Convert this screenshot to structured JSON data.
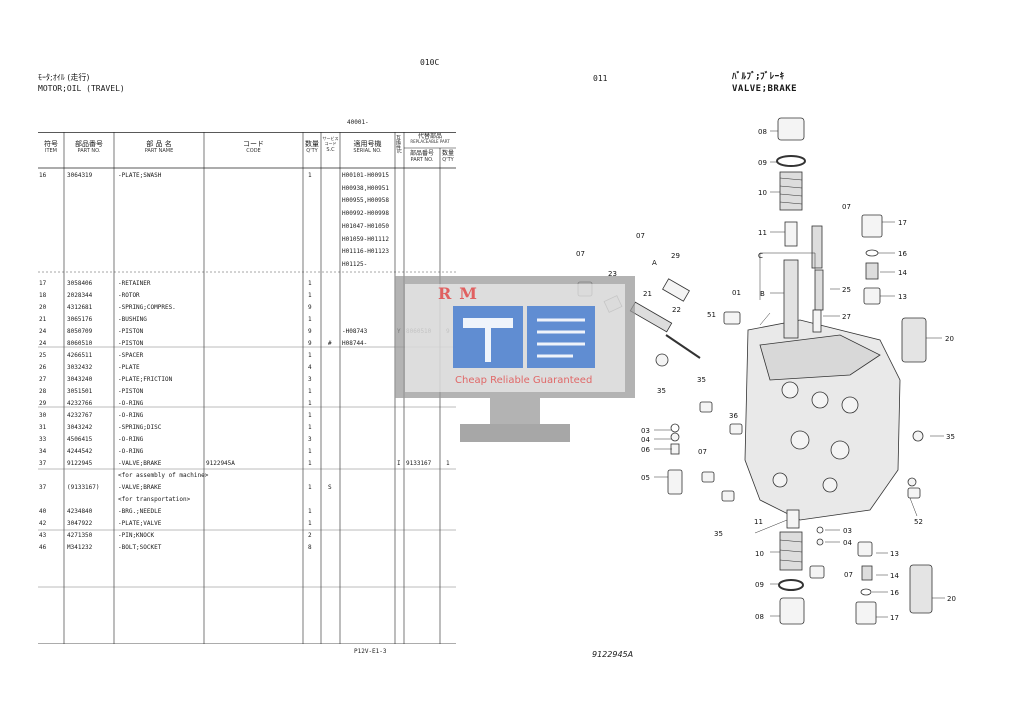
{
  "left_page": {
    "page_code": "010C",
    "title_jp": "ﾓｰﾀ;ｵｲﾙ (走行)",
    "title_en": "MOTOR;OIL (TRAVEL)",
    "serial_range": "40001-",
    "footer_code": "P12V-E1-3",
    "headers": {
      "item_jp": "符号",
      "item_en": "ITEM",
      "part_jp": "部品番号",
      "part_en": "PART NO.",
      "name_jp": "部 品 名",
      "name_en": "PART NAME",
      "code_jp": "コード",
      "code_en": "CODE",
      "qty_jp": "数量",
      "qty_en": "Q'TY",
      "svc_jp": "サービス コード",
      "svc_en": "S.C",
      "serial_jp": "適用号機",
      "serial_en": "SERIAL NO.",
      "ic_jp": "互換性",
      "ic_en": "I/C",
      "rep_jp": "代替部品",
      "rep_en": "REPLACEABLE PART",
      "rep_part_jp": "部品番号",
      "rep_part_en": "PART NO.",
      "rep_qty_jp": "数量",
      "rep_qty_en": "Q'TY"
    },
    "rows": [
      {
        "item": "16",
        "part": "3064319",
        "name": "-PLATE;SWASH",
        "code": "",
        "qty": "1",
        "svc": "",
        "serial": "H00101-H00915",
        "ic": "",
        "rep": "",
        "rq": ""
      },
      {
        "item": "",
        "part": "",
        "name": "",
        "code": "",
        "qty": "",
        "svc": "",
        "serial": "H00938,H00951",
        "ic": "",
        "rep": "",
        "rq": ""
      },
      {
        "item": "",
        "part": "",
        "name": "",
        "code": "",
        "qty": "",
        "svc": "",
        "serial": "H00955,H00958",
        "ic": "",
        "rep": "",
        "rq": ""
      },
      {
        "item": "",
        "part": "",
        "name": "",
        "code": "",
        "qty": "",
        "svc": "",
        "serial": "H00992-H00998",
        "ic": "",
        "rep": "",
        "rq": ""
      },
      {
        "item": "",
        "part": "",
        "name": "",
        "code": "",
        "qty": "",
        "svc": "",
        "serial": "H01047-H01050",
        "ic": "",
        "rep": "",
        "rq": ""
      },
      {
        "item": "",
        "part": "",
        "name": "",
        "code": "",
        "qty": "",
        "svc": "",
        "serial": "H01059-H01112",
        "ic": "",
        "rep": "",
        "rq": ""
      },
      {
        "item": "",
        "part": "",
        "name": "",
        "code": "",
        "qty": "",
        "svc": "",
        "serial": "H01116-H01123",
        "ic": "",
        "rep": "",
        "rq": ""
      },
      {
        "item": "",
        "part": "",
        "name": "",
        "code": "",
        "qty": "",
        "svc": "",
        "serial": "H01125-",
        "ic": "",
        "rep": "",
        "rq": ""
      },
      {
        "item": "17",
        "part": "3058406",
        "name": "-RETAINER",
        "code": "",
        "qty": "1",
        "svc": "",
        "serial": "",
        "ic": "",
        "rep": "",
        "rq": ""
      },
      {
        "item": "18",
        "part": "2028344",
        "name": "-ROTOR",
        "code": "",
        "qty": "1",
        "svc": "",
        "serial": "",
        "ic": "",
        "rep": "",
        "rq": ""
      },
      {
        "item": "20",
        "part": "4312681",
        "name": "-SPRING;COMPRES.",
        "code": "",
        "qty": "9",
        "svc": "",
        "serial": "",
        "ic": "",
        "rep": "",
        "rq": ""
      },
      {
        "item": "21",
        "part": "3065176",
        "name": "-BUSHING",
        "code": "",
        "qty": "1",
        "svc": "",
        "serial": "",
        "ic": "",
        "rep": "",
        "rq": ""
      },
      {
        "item": "24",
        "part": "8050709",
        "name": "-PISTON",
        "code": "",
        "qty": "9",
        "svc": "",
        "serial": "-H08743",
        "ic": "Y",
        "rep": "8060510",
        "rq": "9"
      },
      {
        "item": "24",
        "part": "8060510",
        "name": "-PISTON",
        "code": "",
        "qty": "9",
        "svc": "#",
        "serial": "H08744-",
        "ic": "",
        "rep": "",
        "rq": ""
      },
      {
        "item": "25",
        "part": "4266511",
        "name": "-SPACER",
        "code": "",
        "qty": "1",
        "svc": "",
        "serial": "",
        "ic": "",
        "rep": "",
        "rq": ""
      },
      {
        "item": "26",
        "part": "3032432",
        "name": "-PLATE",
        "code": "",
        "qty": "4",
        "svc": "",
        "serial": "",
        "ic": "",
        "rep": "",
        "rq": ""
      },
      {
        "item": "27",
        "part": "3043240",
        "name": "-PLATE;FRICTION",
        "code": "",
        "qty": "3",
        "svc": "",
        "serial": "",
        "ic": "",
        "rep": "",
        "rq": ""
      },
      {
        "item": "28",
        "part": "3051501",
        "name": "-PISTON",
        "code": "",
        "qty": "1",
        "svc": "",
        "serial": "",
        "ic": "",
        "rep": "",
        "rq": ""
      },
      {
        "item": "29",
        "part": "4232766",
        "name": "-O-RING",
        "code": "",
        "qty": "1",
        "svc": "",
        "serial": "",
        "ic": "",
        "rep": "",
        "rq": ""
      },
      {
        "item": "30",
        "part": "4232767",
        "name": "-O-RING",
        "code": "",
        "qty": "1",
        "svc": "",
        "serial": "",
        "ic": "",
        "rep": "",
        "rq": ""
      },
      {
        "item": "31",
        "part": "3043242",
        "name": "-SPRING;DISC",
        "code": "",
        "qty": "1",
        "svc": "",
        "serial": "",
        "ic": "",
        "rep": "",
        "rq": ""
      },
      {
        "item": "33",
        "part": "4506415",
        "name": "-O-RING",
        "code": "",
        "qty": "3",
        "svc": "",
        "serial": "",
        "ic": "",
        "rep": "",
        "rq": ""
      },
      {
        "item": "34",
        "part": "4244542",
        "name": "-O-RING",
        "code": "",
        "qty": "1",
        "svc": "",
        "serial": "",
        "ic": "",
        "rep": "",
        "rq": ""
      },
      {
        "item": "37",
        "part": "9122945",
        "name": "-VALVE;BRAKE",
        "code": "9122945A",
        "qty": "1",
        "svc": "",
        "serial": "",
        "ic": "I",
        "rep": "9133167",
        "rq": "1"
      },
      {
        "item": "",
        "part": "",
        "name": "<for assembly of machine>",
        "code": "",
        "qty": "",
        "svc": "",
        "serial": "",
        "ic": "",
        "rep": "",
        "rq": ""
      },
      {
        "item": "37",
        "part": "(9133167)",
        "name": "-VALVE;BRAKE",
        "code": "",
        "qty": "1",
        "svc": "S",
        "serial": "",
        "ic": "",
        "rep": "",
        "rq": ""
      },
      {
        "item": "",
        "part": "",
        "name": "<for transportation>",
        "code": "",
        "qty": "",
        "svc": "",
        "serial": "",
        "ic": "",
        "rep": "",
        "rq": ""
      },
      {
        "item": "40",
        "part": "4234840",
        "name": "-BRG.;NEEDLE",
        "code": "",
        "qty": "1",
        "svc": "",
        "serial": "",
        "ic": "",
        "rep": "",
        "rq": ""
      },
      {
        "item": "42",
        "part": "3047922",
        "name": "-PLATE;VALVE",
        "code": "",
        "qty": "1",
        "svc": "",
        "serial": "",
        "ic": "",
        "rep": "",
        "rq": ""
      },
      {
        "item": "43",
        "part": "4271350",
        "name": "-PIN;KNOCK",
        "code": "",
        "qty": "2",
        "svc": "",
        "serial": "",
        "ic": "",
        "rep": "",
        "rq": ""
      },
      {
        "item": "46",
        "part": "M341232",
        "name": "-BOLT;SOCKET",
        "code": "",
        "qty": "8",
        "svc": "",
        "serial": "",
        "ic": "",
        "rep": "",
        "rq": ""
      }
    ]
  },
  "right_page": {
    "page_code": "011",
    "title_jp": "ﾊﾞﾙﾌﾞ;ﾌﾞﾚｰｷ",
    "title_en": "VALVE;BRAKE",
    "footer_code": "9122945A",
    "labels": {
      "l08a": "08",
      "l09a": "09",
      "l10a": "10",
      "l11a": "11",
      "l07a": "07",
      "l17a": "17",
      "l16a": "16",
      "l14a": "14",
      "l13a": "13",
      "l07b": "07",
      "l23": "23",
      "l07c": "07",
      "l29": "29",
      "l21": "21",
      "l22": "22",
      "l35a": "35",
      "lC": "C",
      "l01": "01",
      "lB": "B",
      "l25": "25",
      "l51": "51",
      "l27": "27",
      "l20a": "20",
      "l35b": "35",
      "l36": "36",
      "l03a": "03",
      "l04a": "04",
      "l06": "06",
      "l05": "05",
      "l35c": "35",
      "l07d": "07",
      "l35d": "35",
      "l52": "52",
      "l11b": "11",
      "l03b": "03",
      "l04b": "04",
      "l07e": "07",
      "l10b": "10",
      "l13b": "13",
      "l14b": "14",
      "l09b": "09",
      "l16b": "16",
      "l20b": "20",
      "l08b": "08",
      "l17b": "17",
      "lA": "A"
    }
  },
  "watermark": {
    "brand": "RM",
    "tagline": "Cheap Reliable Guaranteed"
  },
  "colors": {
    "watermark_blue": "#4a7fd0",
    "watermark_red": "#e06060",
    "monitor_gray": "#8a8a8a"
  }
}
